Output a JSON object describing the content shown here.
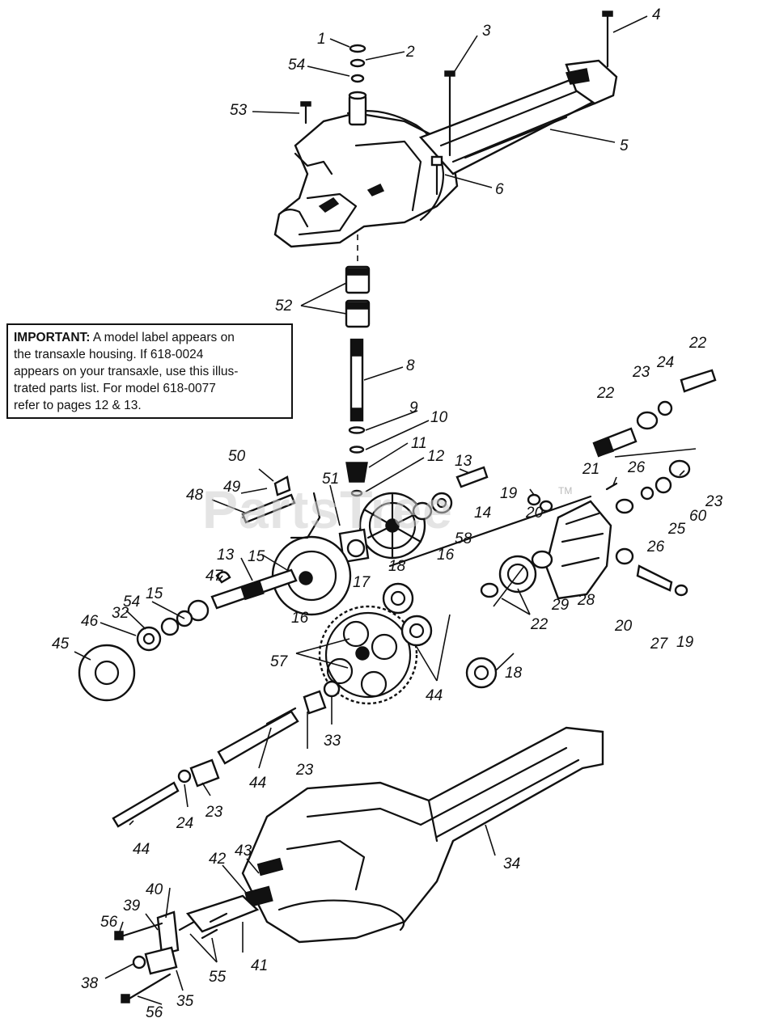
{
  "note": {
    "lead": "IMPORTANT:",
    "lines": [
      " A model label appears on",
      "the transaxle housing. If 618-0024",
      "appears on your transaxle, use this illus-",
      "trated parts list. For model 618-0077",
      "refer to pages 12 & 13."
    ]
  },
  "watermark": "PartsTree",
  "watermark_tm": "TM",
  "callouts": [
    "1",
    "2",
    "54",
    "3",
    "4",
    "53",
    "5",
    "6",
    "52",
    "8",
    "9",
    "10",
    "11",
    "12",
    "13",
    "50",
    "49",
    "48",
    "51",
    "19",
    "14",
    "20",
    "58",
    "16",
    "21",
    "26",
    "25",
    "60",
    "23",
    "22",
    "23",
    "24",
    "22",
    "13",
    "15",
    "16",
    "17",
    "47",
    "54",
    "15",
    "32",
    "46",
    "45",
    "18",
    "29",
    "22",
    "28",
    "20",
    "27",
    "19",
    "57",
    "44",
    "18",
    "33",
    "23",
    "44",
    "24",
    "23",
    "44",
    "34",
    "43",
    "42",
    "40",
    "39",
    "56",
    "41",
    "55",
    "38",
    "35",
    "56",
    "26"
  ]
}
